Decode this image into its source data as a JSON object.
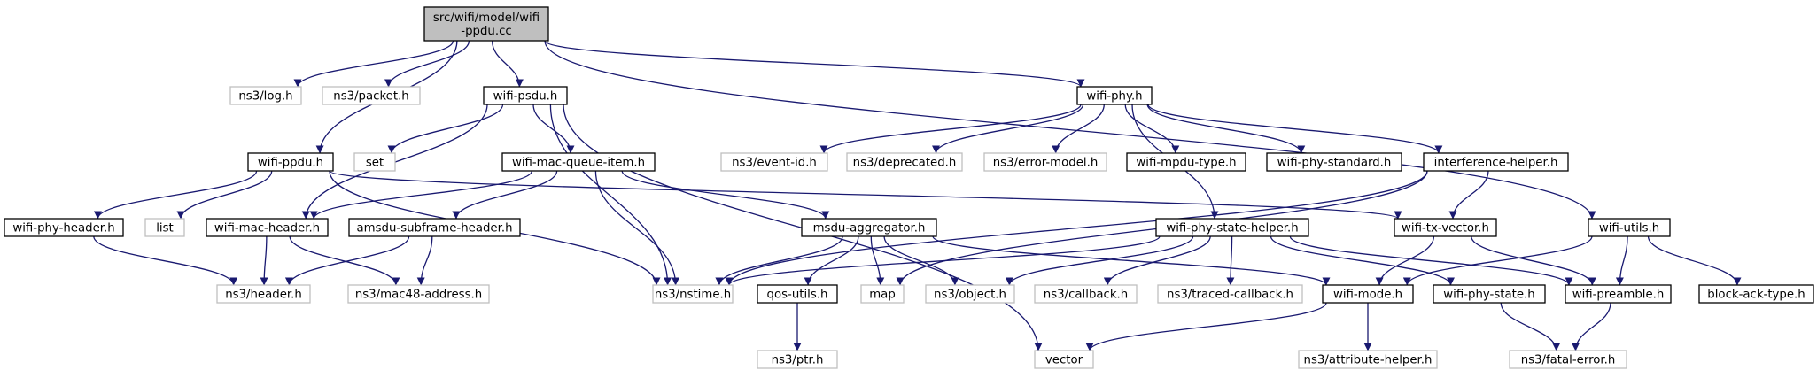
{
  "colors": {
    "edge": "#191970",
    "root_fill": "#bfbfbf",
    "node_fill": "#ffffff",
    "local_border": "#000000",
    "external_border": "#bfbfbf"
  },
  "nodes": [
    {
      "id": "root",
      "lines": [
        "src/wifi/model/wifi",
        "-ppdu.cc"
      ],
      "kind": "root"
    },
    {
      "id": "log",
      "lines": [
        "ns3/log.h"
      ],
      "kind": "external"
    },
    {
      "id": "packet",
      "lines": [
        "ns3/packet.h"
      ],
      "kind": "external"
    },
    {
      "id": "wifi-psdu",
      "lines": [
        "wifi-psdu.h"
      ],
      "kind": "local"
    },
    {
      "id": "wifi-phy",
      "lines": [
        "wifi-phy.h"
      ],
      "kind": "local"
    },
    {
      "id": "wifi-ppdu",
      "lines": [
        "wifi-ppdu.h"
      ],
      "kind": "local"
    },
    {
      "id": "set",
      "lines": [
        "set"
      ],
      "kind": "external"
    },
    {
      "id": "wifi-mac-queue-item",
      "lines": [
        "wifi-mac-queue-item.h"
      ],
      "kind": "local"
    },
    {
      "id": "event-id",
      "lines": [
        "ns3/event-id.h"
      ],
      "kind": "external"
    },
    {
      "id": "deprecated",
      "lines": [
        "ns3/deprecated.h"
      ],
      "kind": "external"
    },
    {
      "id": "error-model",
      "lines": [
        "ns3/error-model.h"
      ],
      "kind": "external"
    },
    {
      "id": "wifi-mpdu-type",
      "lines": [
        "wifi-mpdu-type.h"
      ],
      "kind": "local"
    },
    {
      "id": "wifi-phy-standard",
      "lines": [
        "wifi-phy-standard.h"
      ],
      "kind": "local"
    },
    {
      "id": "interference-helper",
      "lines": [
        "interference-helper.h"
      ],
      "kind": "local"
    },
    {
      "id": "wifi-phy-header",
      "lines": [
        "wifi-phy-header.h"
      ],
      "kind": "local"
    },
    {
      "id": "list",
      "lines": [
        "list"
      ],
      "kind": "external"
    },
    {
      "id": "wifi-mac-header",
      "lines": [
        "wifi-mac-header.h"
      ],
      "kind": "local"
    },
    {
      "id": "amsdu-subframe-header",
      "lines": [
        "amsdu-subframe-header.h"
      ],
      "kind": "local"
    },
    {
      "id": "msdu-aggregator",
      "lines": [
        "msdu-aggregator.h"
      ],
      "kind": "local"
    },
    {
      "id": "wifi-phy-state-helper",
      "lines": [
        "wifi-phy-state-helper.h"
      ],
      "kind": "local"
    },
    {
      "id": "wifi-tx-vector",
      "lines": [
        "wifi-tx-vector.h"
      ],
      "kind": "local"
    },
    {
      "id": "wifi-utils",
      "lines": [
        "wifi-utils.h"
      ],
      "kind": "local"
    },
    {
      "id": "header",
      "lines": [
        "ns3/header.h"
      ],
      "kind": "external"
    },
    {
      "id": "mac48-address",
      "lines": [
        "ns3/mac48-address.h"
      ],
      "kind": "external"
    },
    {
      "id": "nstime",
      "lines": [
        "ns3/nstime.h"
      ],
      "kind": "external"
    },
    {
      "id": "qos-utils",
      "lines": [
        "qos-utils.h"
      ],
      "kind": "local"
    },
    {
      "id": "map",
      "lines": [
        "map"
      ],
      "kind": "external"
    },
    {
      "id": "object",
      "lines": [
        "ns3/object.h"
      ],
      "kind": "external"
    },
    {
      "id": "callback",
      "lines": [
        "ns3/callback.h"
      ],
      "kind": "external"
    },
    {
      "id": "traced-callback",
      "lines": [
        "ns3/traced-callback.h"
      ],
      "kind": "external"
    },
    {
      "id": "wifi-mode",
      "lines": [
        "wifi-mode.h"
      ],
      "kind": "local"
    },
    {
      "id": "wifi-phy-state",
      "lines": [
        "wifi-phy-state.h"
      ],
      "kind": "local"
    },
    {
      "id": "wifi-preamble",
      "lines": [
        "wifi-preamble.h"
      ],
      "kind": "local"
    },
    {
      "id": "block-ack-type",
      "lines": [
        "block-ack-type.h"
      ],
      "kind": "local"
    },
    {
      "id": "ptr",
      "lines": [
        "ns3/ptr.h"
      ],
      "kind": "external"
    },
    {
      "id": "vector",
      "lines": [
        "vector"
      ],
      "kind": "external"
    },
    {
      "id": "attribute-helper",
      "lines": [
        "ns3/attribute-helper.h"
      ],
      "kind": "external"
    },
    {
      "id": "fatal-error",
      "lines": [
        "ns3/fatal-error.h"
      ],
      "kind": "external"
    }
  ],
  "edges": [
    [
      "root",
      "log"
    ],
    [
      "root",
      "packet"
    ],
    [
      "root",
      "wifi-psdu"
    ],
    [
      "root",
      "wifi-phy"
    ],
    [
      "root",
      "wifi-ppdu"
    ],
    [
      "root",
      "wifi-utils"
    ],
    [
      "wifi-psdu",
      "set"
    ],
    [
      "wifi-psdu",
      "wifi-mac-queue-item"
    ],
    [
      "wifi-psdu",
      "wifi-mac-header"
    ],
    [
      "wifi-psdu",
      "nstime"
    ],
    [
      "wifi-psdu",
      "vector"
    ],
    [
      "wifi-phy",
      "event-id"
    ],
    [
      "wifi-phy",
      "deprecated"
    ],
    [
      "wifi-phy",
      "error-model"
    ],
    [
      "wifi-phy",
      "wifi-mpdu-type"
    ],
    [
      "wifi-phy",
      "wifi-phy-standard"
    ],
    [
      "wifi-phy",
      "interference-helper"
    ],
    [
      "wifi-phy",
      "wifi-phy-state-helper"
    ],
    [
      "wifi-ppdu",
      "wifi-phy-header"
    ],
    [
      "wifi-ppdu",
      "list"
    ],
    [
      "wifi-ppdu",
      "wifi-tx-vector"
    ],
    [
      "wifi-ppdu",
      "nstime"
    ],
    [
      "wifi-mac-queue-item",
      "wifi-mac-header"
    ],
    [
      "wifi-mac-queue-item",
      "amsdu-subframe-header"
    ],
    [
      "wifi-mac-queue-item",
      "msdu-aggregator"
    ],
    [
      "wifi-mac-queue-item",
      "nstime"
    ],
    [
      "interference-helper",
      "nstime"
    ],
    [
      "interference-helper",
      "wifi-tx-vector"
    ],
    [
      "interference-helper",
      "map"
    ],
    [
      "wifi-phy-header",
      "header"
    ],
    [
      "wifi-mac-header",
      "header"
    ],
    [
      "wifi-mac-header",
      "mac48-address"
    ],
    [
      "amsdu-subframe-header",
      "header"
    ],
    [
      "amsdu-subframe-header",
      "mac48-address"
    ],
    [
      "msdu-aggregator",
      "nstime"
    ],
    [
      "msdu-aggregator",
      "qos-utils"
    ],
    [
      "msdu-aggregator",
      "map"
    ],
    [
      "msdu-aggregator",
      "object"
    ],
    [
      "msdu-aggregator",
      "wifi-mode"
    ],
    [
      "wifi-phy-state-helper",
      "nstime"
    ],
    [
      "wifi-phy-state-helper",
      "object"
    ],
    [
      "wifi-phy-state-helper",
      "callback"
    ],
    [
      "wifi-phy-state-helper",
      "traced-callback"
    ],
    [
      "wifi-phy-state-helper",
      "wifi-phy-state"
    ],
    [
      "wifi-phy-state-helper",
      "wifi-preamble"
    ],
    [
      "wifi-tx-vector",
      "wifi-mode"
    ],
    [
      "wifi-tx-vector",
      "wifi-preamble"
    ],
    [
      "wifi-utils",
      "wifi-mode"
    ],
    [
      "wifi-utils",
      "wifi-preamble"
    ],
    [
      "wifi-utils",
      "block-ack-type"
    ],
    [
      "qos-utils",
      "ptr"
    ],
    [
      "wifi-mode",
      "vector"
    ],
    [
      "wifi-mode",
      "attribute-helper"
    ],
    [
      "wifi-phy-state",
      "fatal-error"
    ],
    [
      "wifi-preamble",
      "fatal-error"
    ]
  ]
}
